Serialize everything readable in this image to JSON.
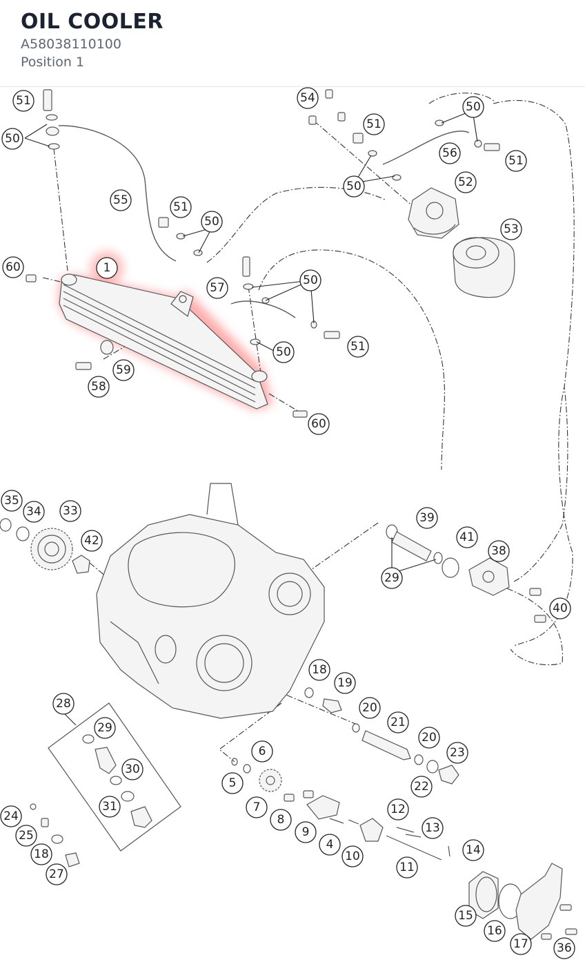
{
  "header": {
    "title": "OIL COOLER",
    "part_number": "A58038110100",
    "position": "Position 1"
  },
  "colors": {
    "highlight": "#ff6b6b",
    "line": "#555555",
    "text": "#1b2333",
    "muted": "#5c6675"
  },
  "callouts": [
    {
      "label": "51"
    },
    {
      "label": "50"
    },
    {
      "label": "55"
    },
    {
      "label": "51"
    },
    {
      "label": "50"
    },
    {
      "label": "60"
    },
    {
      "label": "1"
    },
    {
      "label": "57"
    },
    {
      "label": "50"
    },
    {
      "label": "50"
    },
    {
      "label": "51"
    },
    {
      "label": "59"
    },
    {
      "label": "58"
    },
    {
      "label": "60"
    },
    {
      "label": "54"
    },
    {
      "label": "51"
    },
    {
      "label": "50"
    },
    {
      "label": "56"
    },
    {
      "label": "51"
    },
    {
      "label": "50"
    },
    {
      "label": "52"
    },
    {
      "label": "53"
    },
    {
      "label": "35"
    },
    {
      "label": "34"
    },
    {
      "label": "33"
    },
    {
      "label": "42"
    },
    {
      "label": "39"
    },
    {
      "label": "41"
    },
    {
      "label": "38"
    },
    {
      "label": "29"
    },
    {
      "label": "40"
    },
    {
      "label": "28"
    },
    {
      "label": "29"
    },
    {
      "label": "30"
    },
    {
      "label": "31"
    },
    {
      "label": "18"
    },
    {
      "label": "19"
    },
    {
      "label": "20"
    },
    {
      "label": "21"
    },
    {
      "label": "20"
    },
    {
      "label": "23"
    },
    {
      "label": "22"
    },
    {
      "label": "6"
    },
    {
      "label": "5"
    },
    {
      "label": "7"
    },
    {
      "label": "8"
    },
    {
      "label": "9"
    },
    {
      "label": "4"
    },
    {
      "label": "10"
    },
    {
      "label": "12"
    },
    {
      "label": "13"
    },
    {
      "label": "11"
    },
    {
      "label": "14"
    },
    {
      "label": "24"
    },
    {
      "label": "25"
    },
    {
      "label": "18"
    },
    {
      "label": "27"
    },
    {
      "label": "15"
    },
    {
      "label": "16"
    },
    {
      "label": "17"
    },
    {
      "label": "36"
    }
  ]
}
